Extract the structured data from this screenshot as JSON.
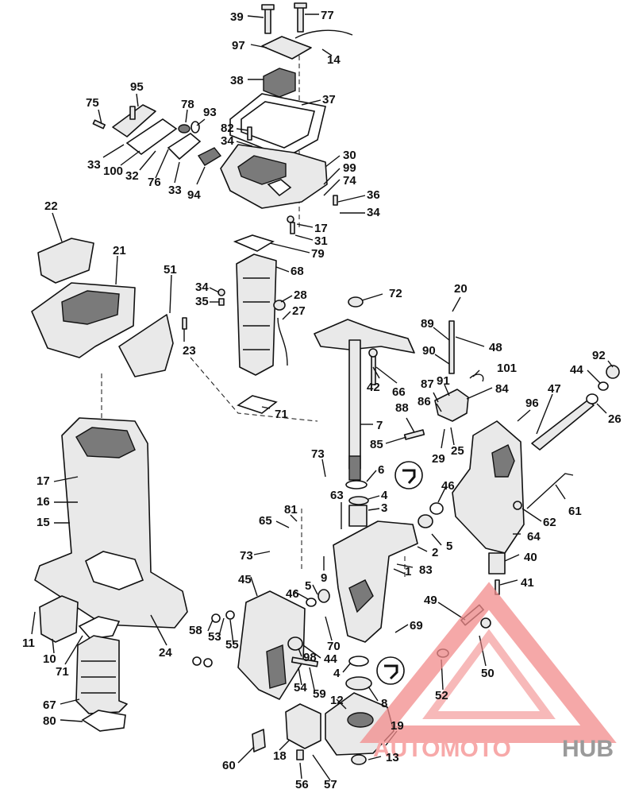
{
  "watermark": {
    "brand_part1": "AUTOMOTO",
    "brand_part2": "HUB",
    "accent_color": "#f28b8b",
    "gray_color": "#9a9a9a"
  },
  "labels": {
    "l39": "39",
    "l77": "77",
    "l97": "97",
    "l14": "14",
    "l38": "38",
    "l37": "37",
    "l95": "95",
    "l75": "75",
    "l78": "78",
    "l93": "93",
    "l82": "82",
    "l34a": "34",
    "l33a": "33",
    "l100": "100",
    "l32": "32",
    "l76": "76",
    "l33b": "33",
    "l94": "94",
    "l30": "30",
    "l99": "99",
    "l74": "74",
    "l36": "36",
    "l34b": "34",
    "l17a": "17",
    "l31": "31",
    "l22": "22",
    "l21": "21",
    "l79": "79",
    "l51": "51",
    "l68": "68",
    "l34c": "34",
    "l35": "35",
    "l28": "28",
    "l27": "27",
    "l72": "72",
    "l20": "20",
    "l23": "23",
    "l89": "89",
    "l48": "48",
    "l90": "90",
    "l92": "92",
    "l101": "101",
    "l44a": "44",
    "l42": "42",
    "l66": "66",
    "l87": "87",
    "l91": "91",
    "l84": "84",
    "l47": "47",
    "l96": "96",
    "l26": "26",
    "l71a": "71",
    "l88": "88",
    "l86": "86",
    "l7": "7",
    "l85": "85",
    "l29": "29",
    "l25": "25",
    "l73a": "73",
    "l6": "6",
    "l17b": "17",
    "l16": "16",
    "l63": "63",
    "l4a": "4",
    "l46a": "46",
    "l3": "3",
    "l15": "15",
    "l81": "81",
    "l65": "65",
    "l61": "61",
    "l62": "62",
    "l2": "2",
    "l5a": "5",
    "l64": "64",
    "l73b": "73",
    "l9": "9",
    "l83": "83",
    "l1": "1",
    "l40": "40",
    "l41": "41",
    "l45": "45",
    "l5b": "5",
    "l46b": "46",
    "l49": "49",
    "l11": "11",
    "l58": "58",
    "l53": "53",
    "l55": "55",
    "l70": "70",
    "l69": "69",
    "l10": "10",
    "l71b": "71",
    "l24": "24",
    "l98": "98",
    "l44b": "44",
    "l50": "50",
    "l4b": "4",
    "l54": "54",
    "l59": "59",
    "l52": "52",
    "l8": "8",
    "l67": "67",
    "l12": "12",
    "l80": "80",
    "l19": "19",
    "l60": "60",
    "l18": "18",
    "l13": "13",
    "l56": "56",
    "l57": "57"
  }
}
